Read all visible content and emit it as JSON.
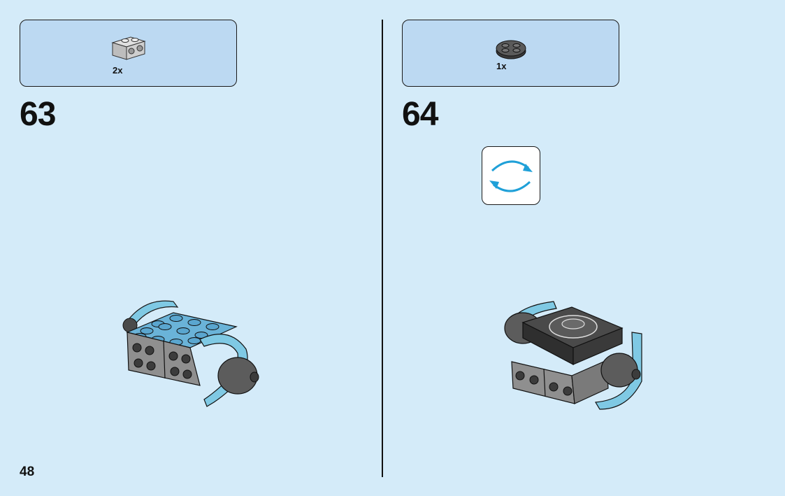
{
  "page": {
    "number": "48"
  },
  "steps": [
    {
      "number": "63",
      "parts": [
        {
          "quantity": "2x",
          "icon": "light-gray-brick-1x2-side-studs"
        }
      ]
    },
    {
      "number": "64",
      "parts": [
        {
          "quantity": "1x",
          "icon": "dark-gray-round-plate-2x2"
        }
      ],
      "callout": "rotate-icon"
    }
  ],
  "colors": {
    "background": "#d4ebf9",
    "parts_box": "#bcd9f2",
    "accent_blue": "#1fa0d8"
  }
}
